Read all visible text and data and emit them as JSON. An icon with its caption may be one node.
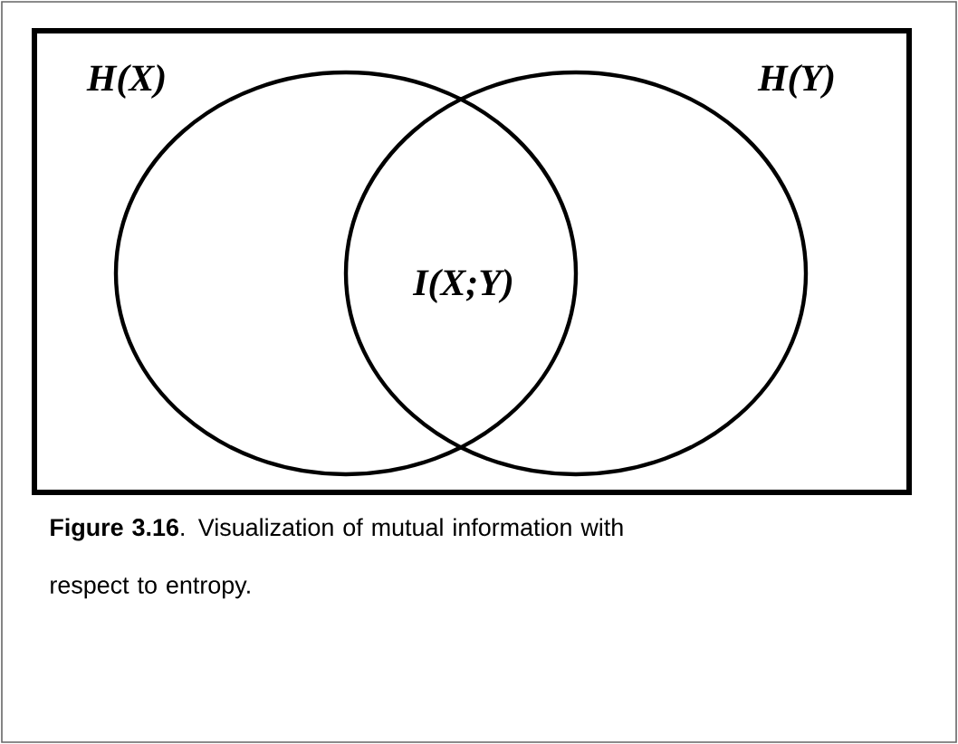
{
  "diagram": {
    "caption": "**Figure 3.16**. Visualization of mutual information with respect to entropy.",
    "nodes": [
      {
        "text": [
          "H(X)"
        ]
      },
      {
        "text": [
          "H(Y)"
        ]
      }
    ],
    "labels": [
      "I(X;Y)"
    ]
  }
}
